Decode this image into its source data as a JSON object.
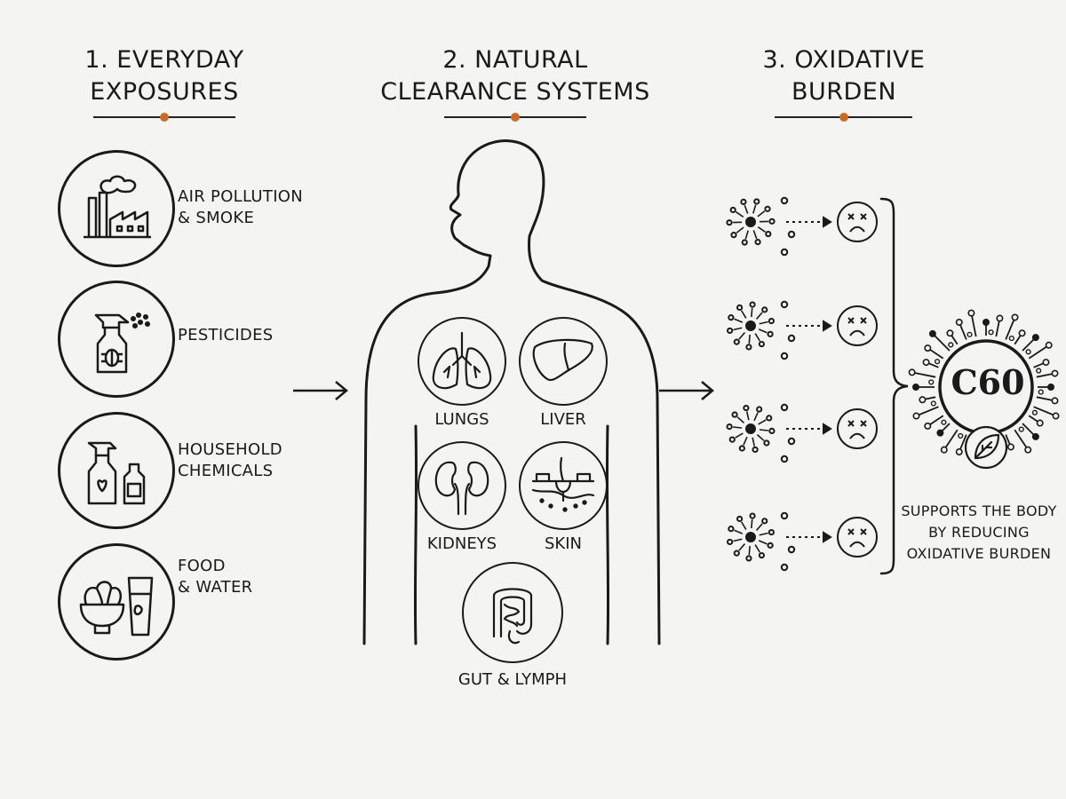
{
  "accent_color": "#c96a25",
  "columns": [
    {
      "title": "1. EVERYDAY\nEXPOSURES"
    },
    {
      "title": "2. NATURAL\nCLEARANCE SYSTEMS"
    },
    {
      "title": "3. OXIDATIVE\nBURDEN"
    }
  ],
  "exposures": [
    {
      "label": "AIR POLLUTION\n& SMOKE",
      "icon": "factory-icon"
    },
    {
      "label": "PESTICIDES",
      "icon": "spray-bottle-icon"
    },
    {
      "label": "HOUSEHOLD\nCHEMICALS",
      "icon": "cleaning-bottles-icon"
    },
    {
      "label": "FOOD\n& WATER",
      "icon": "food-water-icon"
    }
  ],
  "organs": [
    {
      "label": "LUNGS",
      "icon": "lungs-icon"
    },
    {
      "label": "LIVER",
      "icon": "liver-icon"
    },
    {
      "label": "KIDNEYS",
      "icon": "kidneys-icon"
    },
    {
      "label": "SKIN",
      "icon": "skin-icon"
    },
    {
      "label": "GUT & LYMPH",
      "icon": "intestines-icon"
    }
  ],
  "c60": {
    "symbol": "C60",
    "caption": "SUPPORTS THE BODY\nBY REDUCING\nOXIDATIVE BURDEN"
  }
}
